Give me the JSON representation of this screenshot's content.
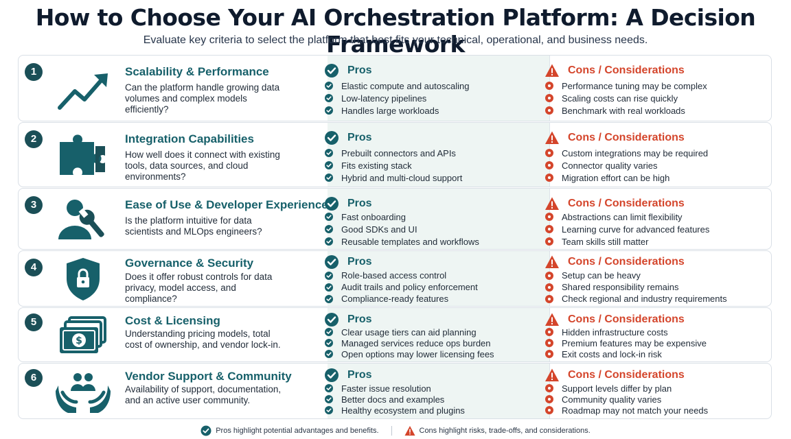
{
  "title": "How to Choose Your AI Orchestration Platform: A Decision Framework",
  "subtitle": "Evaluate key criteria to select the platform that best fits your technical, operational, and business needs.",
  "pros_heading": "Pros",
  "cons_heading": "Cons / Considerations",
  "colors": {
    "teal": "#17606a",
    "dark_teal": "#1b4f57",
    "red": "#d4452b",
    "pros_bg": "#eef5f3"
  },
  "criteria": [
    {
      "number": "1",
      "icon": "growth-chart-icon",
      "title": "Scalability & Performance",
      "description": "Can the platform handle growing data volumes and complex models efficiently?",
      "pros": [
        "Elastic compute and autoscaling",
        "Low-latency pipelines",
        "Handles large workloads"
      ],
      "cons": [
        "Performance tuning may be complex",
        "Scaling costs can rise quickly",
        "Benchmark with real workloads"
      ]
    },
    {
      "number": "2",
      "icon": "puzzle-icon",
      "title": "Integration Capabilities",
      "description": "How well does it connect with existing tools, data sources, and cloud environments?",
      "pros": [
        "Prebuilt connectors and APIs",
        "Fits existing stack",
        "Hybrid and multi-cloud support"
      ],
      "cons": [
        "Custom integrations may be required",
        "Connector quality varies",
        "Migration effort can be high"
      ]
    },
    {
      "number": "3",
      "icon": "developer-wrench-icon",
      "title": "Ease of Use & Developer Experience",
      "description": "Is the platform intuitive for data scientists and MLOps engineers?",
      "pros": [
        "Fast onboarding",
        "Good SDKs and UI",
        "Reusable templates and workflows"
      ],
      "cons": [
        "Abstractions can limit flexibility",
        "Learning curve for advanced features",
        "Team skills still matter"
      ]
    },
    {
      "number": "4",
      "icon": "shield-lock-icon",
      "title": "Governance & Security",
      "description": "Does it offer robust controls for data privacy, model access, and compliance?",
      "pros": [
        "Role-based access control",
        "Audit trails and policy enforcement",
        "Compliance-ready features"
      ],
      "cons": [
        "Setup can be heavy",
        "Shared responsibility remains",
        "Check regional and industry requirements"
      ]
    },
    {
      "number": "5",
      "icon": "money-stack-icon",
      "title": "Cost & Licensing",
      "description": "Understanding pricing models, total cost of ownership, and vendor lock-in.",
      "pros": [
        "Clear usage tiers can aid planning",
        "Managed services reduce ops burden",
        "Open options may lower licensing fees"
      ],
      "cons": [
        "Hidden infrastructure costs",
        "Premium features may be expensive",
        "Exit costs and lock-in risk"
      ]
    },
    {
      "number": "6",
      "icon": "community-hands-icon",
      "title": "Vendor Support & Community",
      "description": "Availability of support, documentation, and an active user community.",
      "pros": [
        "Faster issue resolution",
        "Better docs and examples",
        "Healthy ecosystem and plugins"
      ],
      "cons": [
        "Support levels differ by plan",
        "Community quality varies",
        "Roadmap may not match your needs"
      ]
    }
  ],
  "footer": {
    "pros_note": "Pros highlight potential advantages and benefits.",
    "cons_note": "Cons highlight risks, trade-offs, and considerations."
  }
}
